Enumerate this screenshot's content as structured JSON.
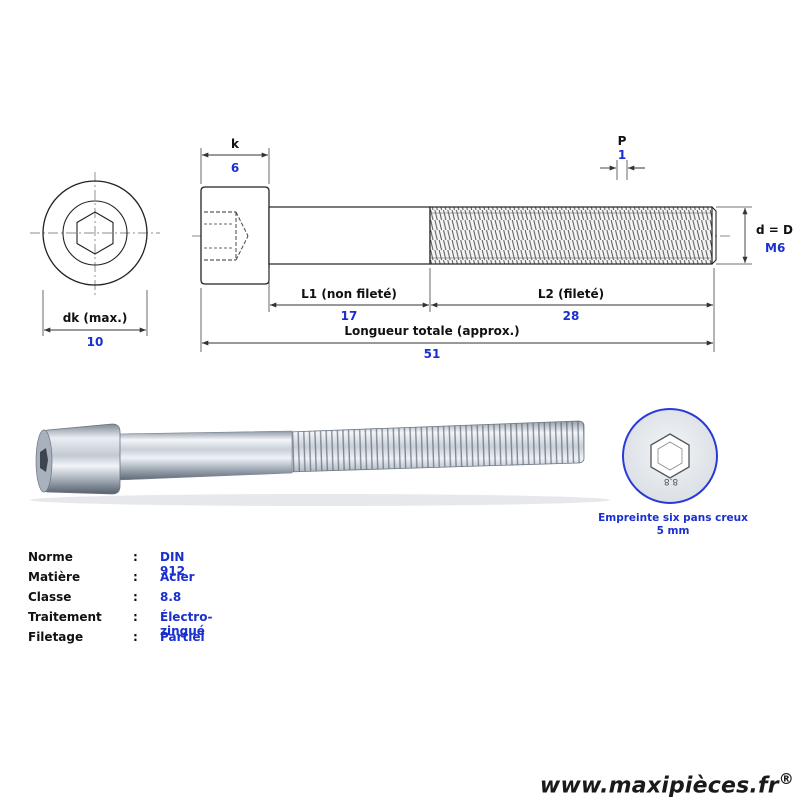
{
  "dimensions": {
    "k": {
      "label": "k",
      "value": "6"
    },
    "p": {
      "label": "P",
      "value": "1"
    },
    "d": {
      "label": "d = D",
      "value": "M6"
    },
    "dk": {
      "label": "dk (max.)",
      "value": "10"
    },
    "l1": {
      "label": "L1 (non fileté)",
      "value": "17"
    },
    "l2": {
      "label": "L2 (fileté)",
      "value": "28"
    },
    "total": {
      "label": "Longueur totale (approx.)",
      "value": "51"
    }
  },
  "head_marking": "8.8",
  "drive": {
    "line1": "Empreinte six pans creux",
    "line2": "5 mm"
  },
  "specs": [
    {
      "label": "Norme",
      "value": "DIN 912"
    },
    {
      "label": "Matière",
      "value": "Acier"
    },
    {
      "label": "Classe",
      "value": "8.8"
    },
    {
      "label": "Traitement",
      "value": "Électro-zingué"
    },
    {
      "label": "Filetage",
      "value": "Partiel"
    }
  ],
  "spec_separator": ":",
  "watermark": {
    "text": "www.maxipièces.fr",
    "mark": "®"
  },
  "colors": {
    "label": "#111111",
    "value": "#1a2fd0",
    "line": "#333333",
    "circle_border": "#2a3ad8"
  }
}
